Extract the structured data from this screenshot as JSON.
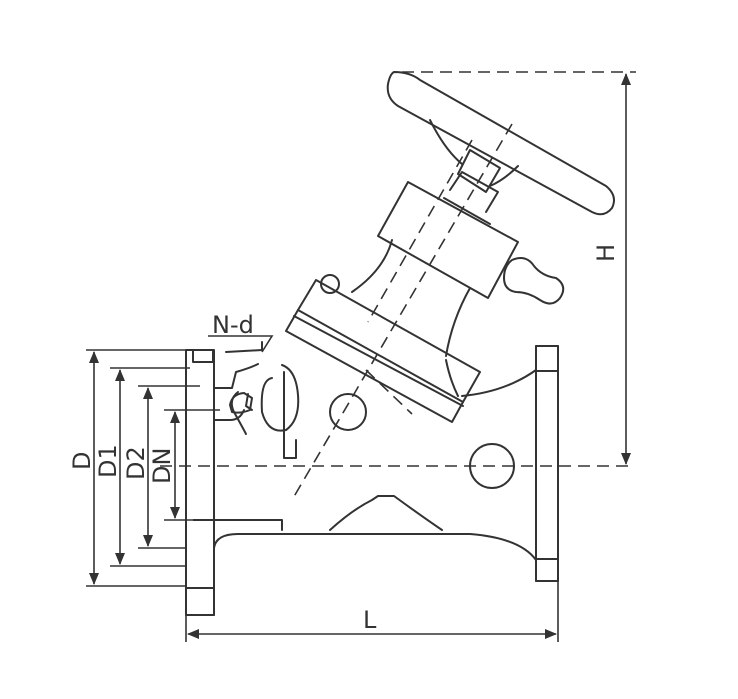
{
  "labels": {
    "nd": "N-d",
    "d": "D",
    "d1": "D1",
    "d2": "D2",
    "dn": "DN",
    "l": "L",
    "h": "H"
  }
}
